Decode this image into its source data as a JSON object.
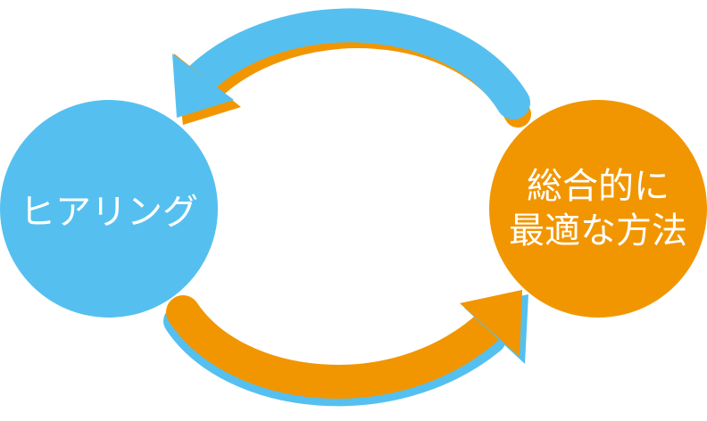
{
  "nodes": [
    {
      "label": "ヒアリング",
      "color": "#55c0ef"
    },
    {
      "line1": "総合的に",
      "line2": "最適な方法",
      "color": "#f19600"
    }
  ]
}
